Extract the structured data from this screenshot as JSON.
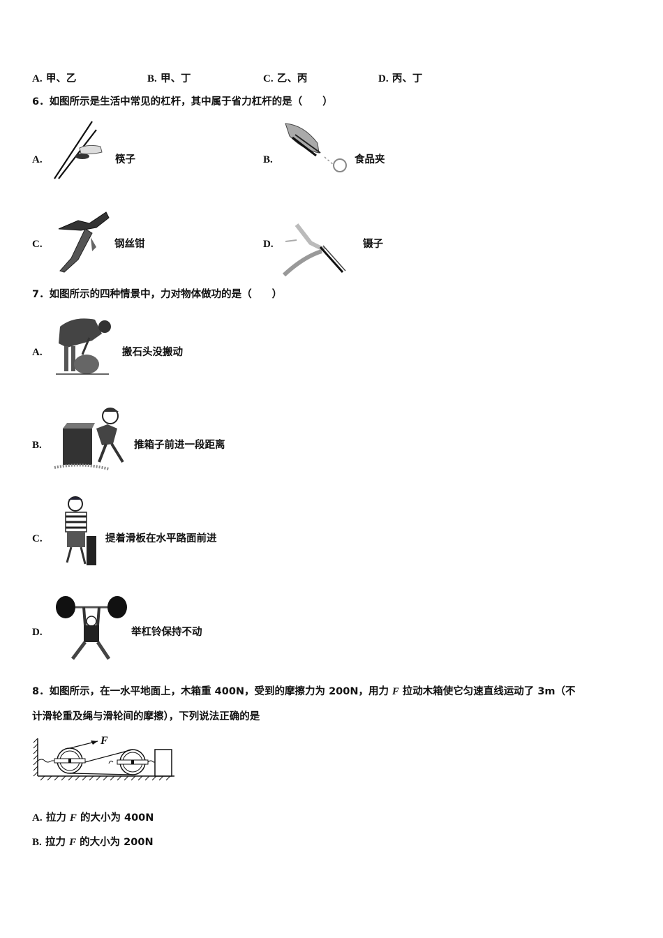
{
  "q5_options": [
    {
      "label": "A.",
      "text": "甲、乙"
    },
    {
      "label": "B.",
      "text": "甲、丁"
    },
    {
      "label": "C.",
      "text": "乙、丙"
    },
    {
      "label": "D.",
      "text": "丙、丁"
    }
  ],
  "q6": {
    "stem": "6．如图所示是生活中常见的杠杆，其中属于省力杠杆的是（　　）",
    "options": [
      {
        "label": "A.",
        "caption": "筷子",
        "icon": "chopsticks-image"
      },
      {
        "label": "B.",
        "caption": "食品夹",
        "icon": "food-tongs-image"
      },
      {
        "label": "C.",
        "caption": "钢丝钳",
        "icon": "pliers-image"
      },
      {
        "label": "D.",
        "caption": "镊子",
        "icon": "tweezers-image"
      }
    ]
  },
  "q7": {
    "stem": "7．如图所示的四种情景中，力对物体做功的是（　　）",
    "options": [
      {
        "label": "A.",
        "caption": "搬石头没搬动",
        "icon": "lifting-rock-image"
      },
      {
        "label": "B.",
        "caption": "推箱子前进一段距离",
        "icon": "pushing-box-image"
      },
      {
        "label": "C.",
        "caption": "提着滑板在水平路面前进",
        "icon": "carrying-skateboard-image"
      },
      {
        "label": "D.",
        "caption": "举杠铃保持不动",
        "icon": "weightlifter-image"
      }
    ]
  },
  "q8": {
    "stem_line1_a": "8．如图所示，在一水平地面上，木箱重 400N，受到的摩擦力为 200N，用力 ",
    "stem_var": "F",
    "stem_line1_b": " 拉动木箱使它匀速直线运动了 3m（不",
    "stem_line2": "计滑轮重及绳与滑轮间的摩擦），下列说法正确的是",
    "figure_label": "F",
    "options": [
      {
        "label": "A.",
        "pre": "拉力 ",
        "var": "F",
        "post": " 的大小为 400N"
      },
      {
        "label": "B.",
        "pre": "拉力 ",
        "var": "F",
        "post": " 的大小为 200N"
      }
    ]
  }
}
